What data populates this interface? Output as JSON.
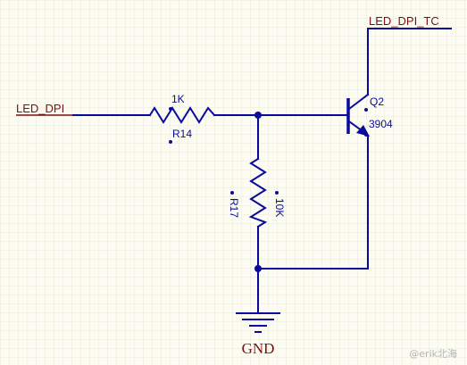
{
  "nets": {
    "input": "LED_DPI",
    "collector": "LED_DPI_TC",
    "ground": "GND"
  },
  "components": {
    "r14": {
      "designator": "R14",
      "value": "1K"
    },
    "r17": {
      "designator": "R17",
      "value": "10K"
    },
    "q2": {
      "designator": "Q2",
      "part": "3904"
    }
  },
  "watermark": "@erik北海",
  "colors": {
    "background": "#fcfcf2",
    "grid": "#e9e9dc",
    "wire": "#0a0a9e",
    "net_label": "#7a1010"
  }
}
